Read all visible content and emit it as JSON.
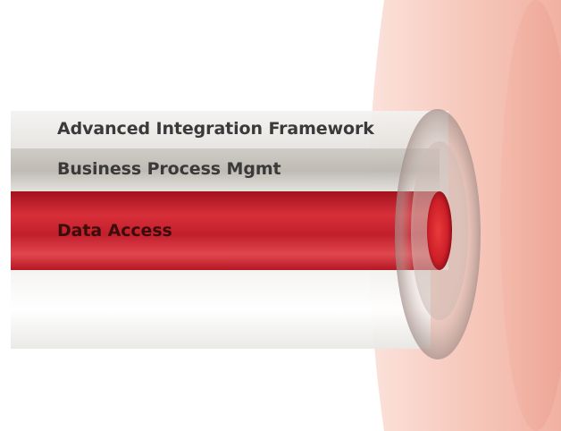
{
  "layers": [
    {
      "label": "Advanced Integration Framework"
    },
    {
      "label": "Business Process Mgmt"
    },
    {
      "label": "Data Access"
    }
  ],
  "colors": {
    "outer_layer": "#ececec",
    "middle_layer": "#d8d6d1",
    "core_layer": "#c41f2c",
    "disc": "#f6c8bc"
  }
}
